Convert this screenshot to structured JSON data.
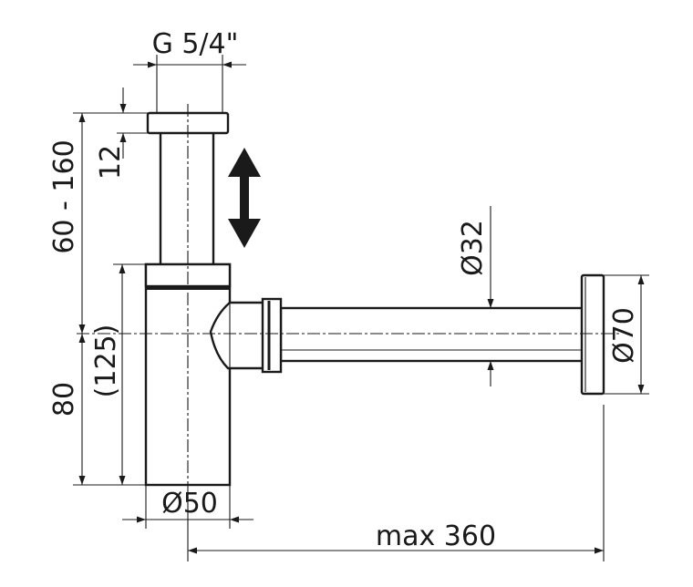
{
  "dimensions": {
    "thread": "G 5/4\"",
    "height_range": "60 - 160",
    "cap_height": "12",
    "lower_height": "80",
    "outlet_center": "(125)",
    "outlet_diameter": "Ø32",
    "flange_diameter": "Ø70",
    "body_diameter": "Ø50",
    "max_length": "max 360"
  },
  "icons": {
    "adjust_arrow": "double-vertical-arrow"
  },
  "colors": {
    "line": "#1a1a1a",
    "background": "#ffffff"
  }
}
